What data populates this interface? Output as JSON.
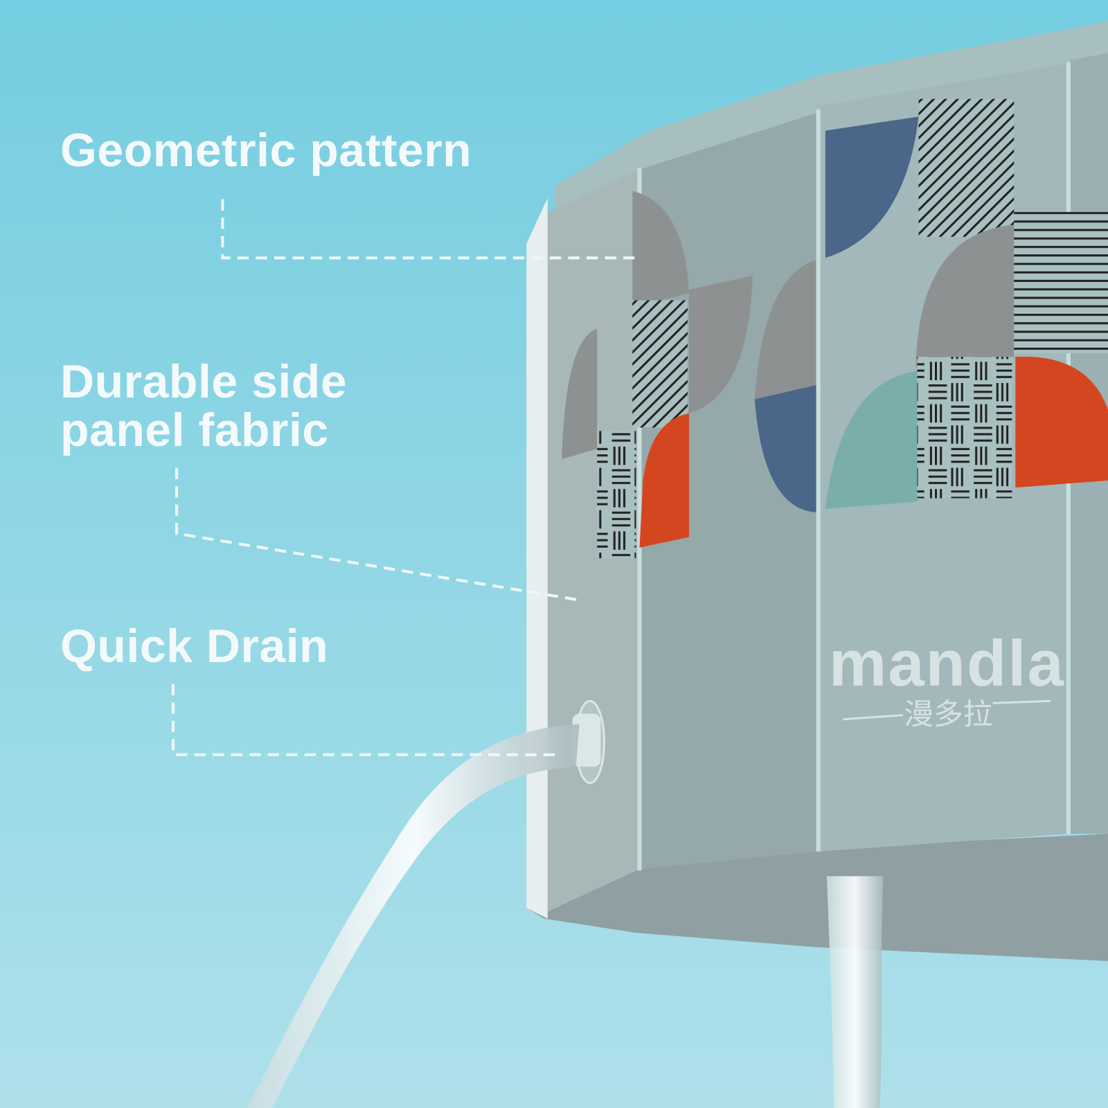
{
  "labels": {
    "pattern": "Geometric pattern",
    "fabric_line1": "Durable side",
    "fabric_line2": "panel fabric",
    "drain": "Quick Drain"
  },
  "brand": {
    "logo_text": "mandla",
    "chinese_name": "漫多拉"
  },
  "colors": {
    "sky_top": "#74cde0",
    "sky_bottom": "#aee0ea",
    "panel": "#9fb4b6",
    "blue": "#4a6689",
    "orange": "#d4461f",
    "grey": "#8e9191",
    "teal": "#7aaeab"
  }
}
